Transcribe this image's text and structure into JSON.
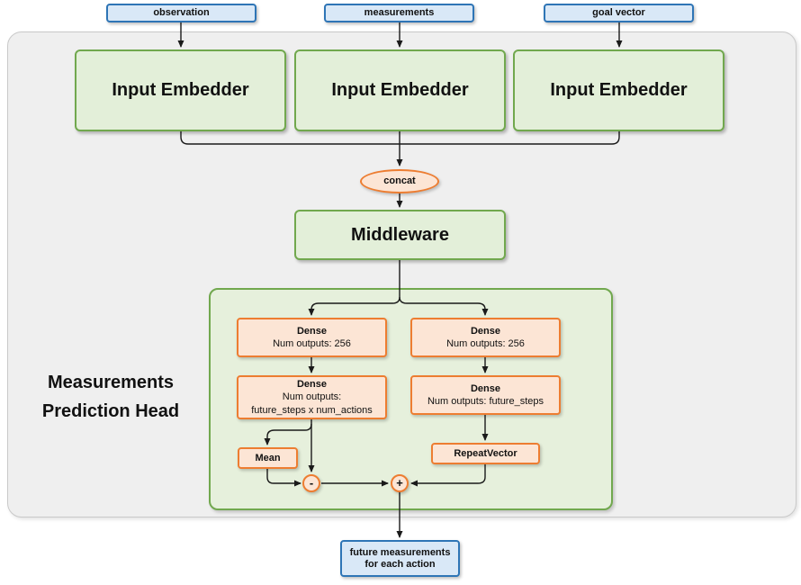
{
  "diagram": {
    "inputs": [
      "observation",
      "measurements",
      "goal vector"
    ],
    "embedders": [
      "Input Embedder",
      "Input Embedder",
      "Input Embedder"
    ],
    "concat_label": "concat",
    "middleware_label": "Middleware",
    "head": {
      "title_lines": [
        "Measurements",
        "Prediction Head"
      ],
      "left": {
        "dense1": [
          "Dense",
          "Num outputs: 256"
        ],
        "dense2": [
          "Dense",
          "Num outputs:",
          "future_steps x num_actions"
        ],
        "mean_label": "Mean",
        "minus_label": "-"
      },
      "right": {
        "dense1": [
          "Dense",
          "Num outputs: 256"
        ],
        "dense2": [
          "Dense",
          "Num outputs: future_steps"
        ],
        "repeat_label": "RepeatVector",
        "plus_label": "+"
      }
    },
    "output_lines": [
      "future measurements",
      "for each action"
    ],
    "colors": {
      "input_fill": "#d9e8f7",
      "input_border": "#2e75b6",
      "block_fill": "#e3efd9",
      "block_border": "#71a84e",
      "op_fill": "#fce5d5",
      "op_border": "#ed7d31",
      "panel_fill": "#efefef",
      "wire": "#1a1a1a"
    }
  }
}
